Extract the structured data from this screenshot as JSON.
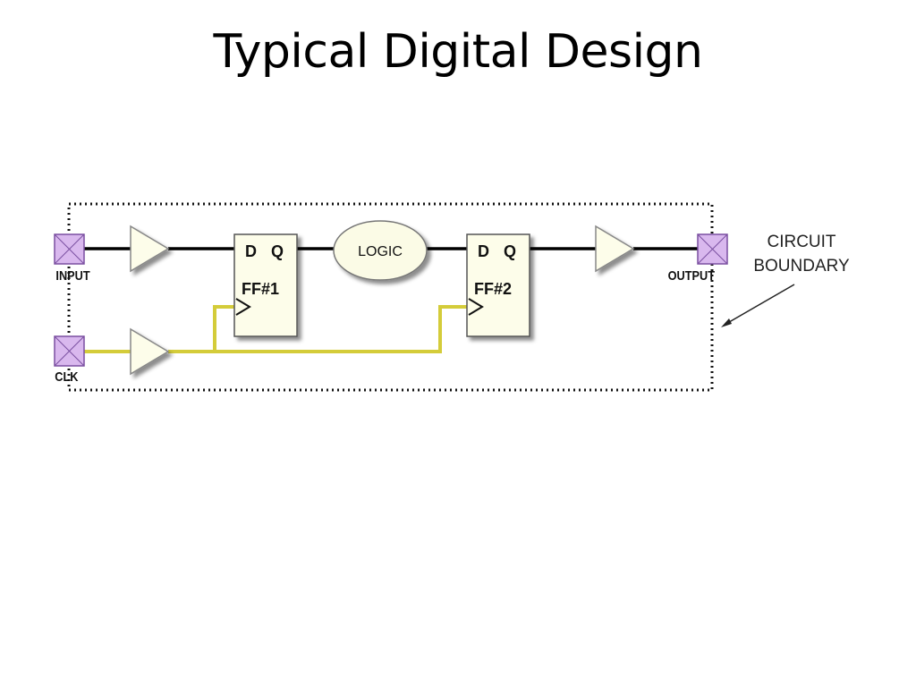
{
  "slide": {
    "title": "Typical Digital Design"
  },
  "diagram": {
    "pins": {
      "input": "INPUT",
      "clk": "CLK",
      "output": "OUTPUT"
    },
    "flip_flops": [
      {
        "d": "D",
        "q": "Q",
        "name": "FF#1"
      },
      {
        "d": "D",
        "q": "Q",
        "name": "FF#2"
      }
    ],
    "logic": "LOGIC",
    "annotation": {
      "line1": "CIRCUIT",
      "line2": "BOUNDARY"
    },
    "colors": {
      "pin_fill": "#d9b8ee",
      "pin_stroke": "#7a4fa0",
      "clock_wire": "#d4cc3a",
      "data_wire": "#000000",
      "ff_fill": "#fdfdea",
      "buffer_fill": "#fdfdea",
      "logic_fill": "#fbfbe6"
    }
  }
}
